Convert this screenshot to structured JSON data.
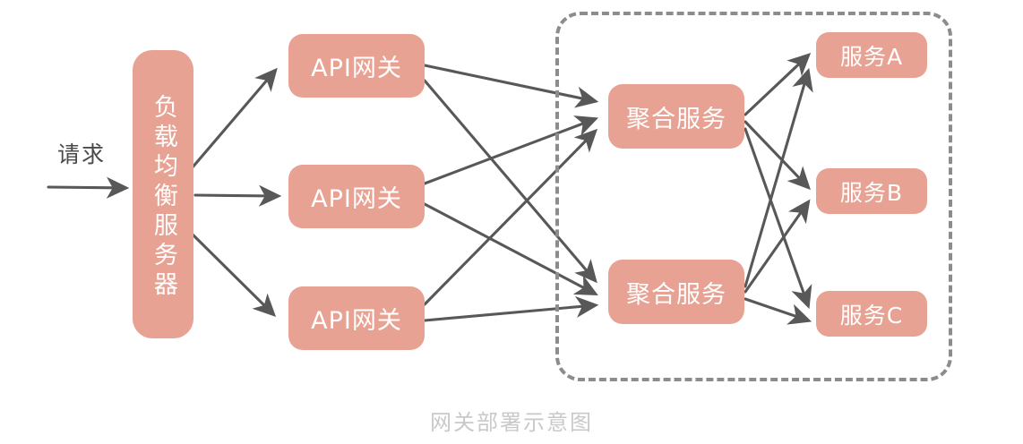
{
  "diagram": {
    "caption": "网关部署示意图",
    "entry_label": "请求",
    "colors": {
      "node_fill": "#e8a293",
      "node_text": "#ffffff",
      "arrow": "#585858",
      "group_border": "#8c8c8c",
      "caption_text": "#c9c9c9",
      "background": "#ffffff"
    },
    "nodes": {
      "load_balancer": {
        "label": "负载均衡服务器"
      },
      "gateways": [
        {
          "label": "API网关"
        },
        {
          "label": "API网关"
        },
        {
          "label": "API网关"
        }
      ],
      "aggregators": [
        {
          "label": "聚合服务"
        },
        {
          "label": "聚合服务"
        }
      ],
      "services": [
        {
          "label": "服务A"
        },
        {
          "label": "服务B"
        },
        {
          "label": "服务C"
        }
      ]
    },
    "group": {
      "name": "backend-cluster",
      "style": "dashed"
    },
    "edges": [
      {
        "from": "request",
        "to": "load_balancer"
      },
      {
        "from": "load_balancer",
        "to": "gateway-1"
      },
      {
        "from": "load_balancer",
        "to": "gateway-2"
      },
      {
        "from": "load_balancer",
        "to": "gateway-3"
      },
      {
        "from": "gateway-1",
        "to": "aggregator-1"
      },
      {
        "from": "gateway-1",
        "to": "aggregator-2"
      },
      {
        "from": "gateway-2",
        "to": "aggregator-1"
      },
      {
        "from": "gateway-2",
        "to": "aggregator-2"
      },
      {
        "from": "gateway-3",
        "to": "aggregator-1"
      },
      {
        "from": "gateway-3",
        "to": "aggregator-2"
      },
      {
        "from": "aggregator-1",
        "to": "service-a"
      },
      {
        "from": "aggregator-1",
        "to": "service-b"
      },
      {
        "from": "aggregator-1",
        "to": "service-c"
      },
      {
        "from": "aggregator-2",
        "to": "service-a"
      },
      {
        "from": "aggregator-2",
        "to": "service-b"
      },
      {
        "from": "aggregator-2",
        "to": "service-c"
      }
    ]
  }
}
